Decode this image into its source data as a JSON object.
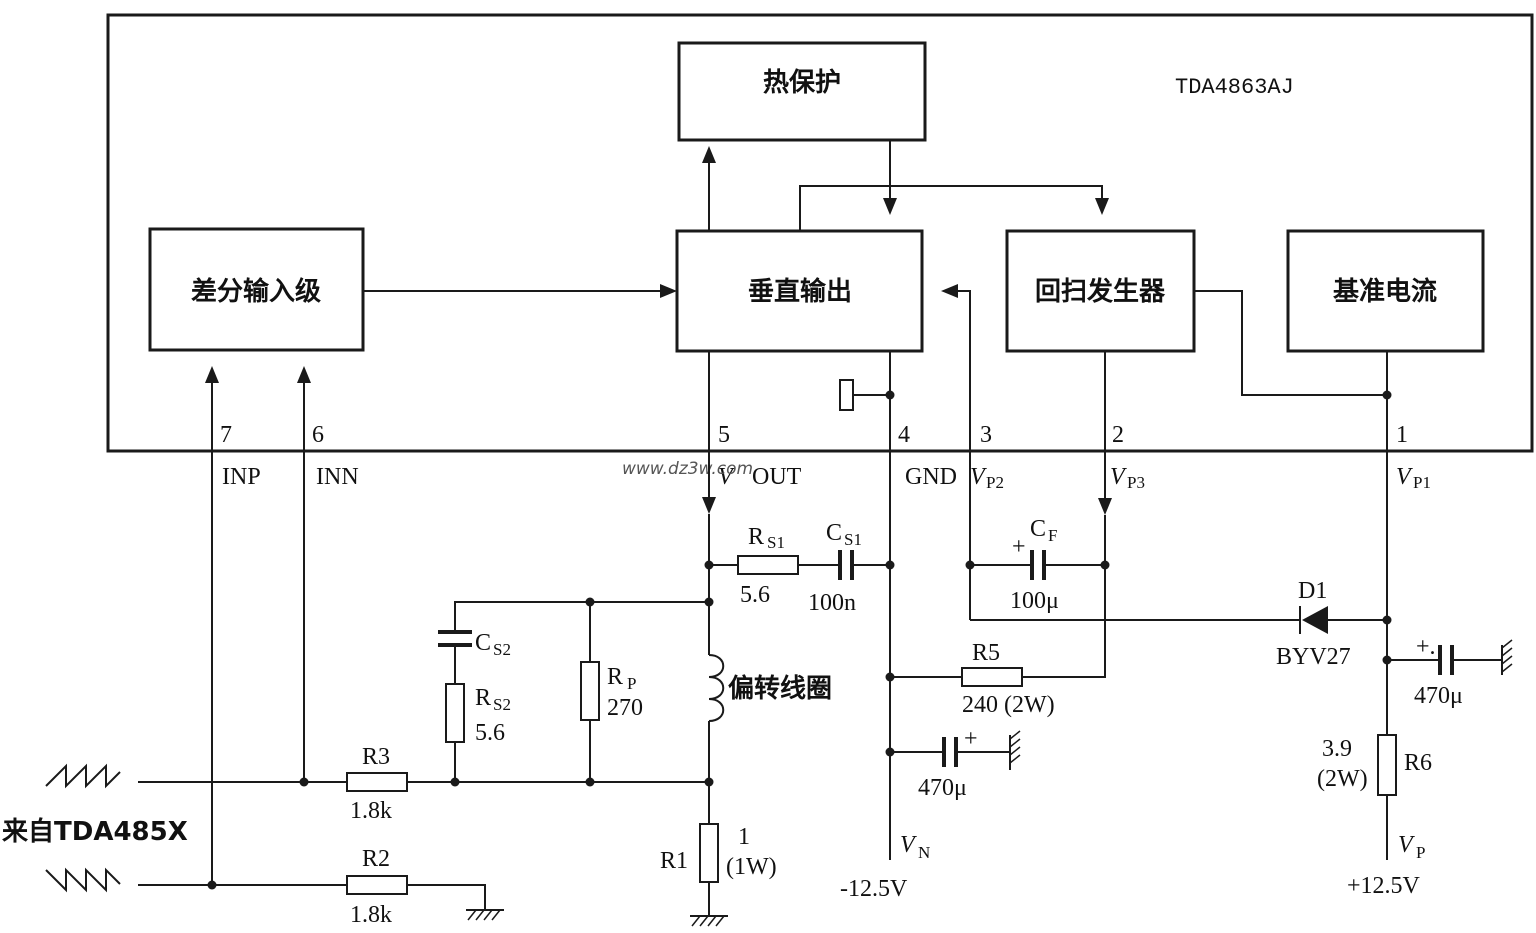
{
  "chip": {
    "name": "TDA4863AJ"
  },
  "blocks": {
    "thermal": "热保护",
    "diff_input": "差分输入级",
    "vertical_output": "垂直输出",
    "flyback": "回扫发生器",
    "reference": "基准电流"
  },
  "pins": {
    "p7": {
      "num": "7",
      "name": "INP"
    },
    "p6": {
      "num": "6",
      "name": "INN"
    },
    "p5": {
      "num": "5",
      "name_v": "V",
      "name_rest": "OUT"
    },
    "p4": {
      "num": "4",
      "name": "GND"
    },
    "p3": {
      "num": "3",
      "name_v": "V",
      "name_sub": "P2"
    },
    "p2": {
      "num": "2",
      "name_v": "V",
      "name_sub": "P3"
    },
    "p1": {
      "num": "1",
      "name_v": "V",
      "name_sub": "P1"
    }
  },
  "components": {
    "rs1": {
      "name": "R",
      "sub": "S1",
      "value": "5.6"
    },
    "cs1": {
      "name": "C",
      "sub": "S1",
      "value": "100n"
    },
    "cf": {
      "name": "C",
      "sub": "F",
      "value": "100μ",
      "plus": "+"
    },
    "d1": {
      "name": "D1",
      "value": "BYV27"
    },
    "c_vp": {
      "value": "470μ",
      "plus": "+."
    },
    "cs2": {
      "name": "C",
      "sub": "S2"
    },
    "rs2": {
      "name": "R",
      "sub": "S2",
      "value": "5.6"
    },
    "rp": {
      "name": "R",
      "sub": "P",
      "value": "270"
    },
    "coil": {
      "label": "偏转线圈"
    },
    "r5": {
      "name": "R5",
      "value": "240 (2W)"
    },
    "c_vn": {
      "value": "470μ",
      "plus": "+"
    },
    "r3": {
      "name": "R3",
      "value": "1.8k"
    },
    "r2": {
      "name": "R2",
      "value": "1.8k"
    },
    "r1": {
      "name": "R1",
      "value": "1",
      "power": "(1W)"
    },
    "r6": {
      "name": "R6",
      "value": "3.9",
      "power": "(2W)"
    }
  },
  "supplies": {
    "vn": {
      "v": "V",
      "sub": "N",
      "value": "-12.5V"
    },
    "vp": {
      "v": "V",
      "sub": "P",
      "value": "+12.5V"
    }
  },
  "source": {
    "label": "来自TDA485X"
  },
  "watermark": "www.dz3w.com"
}
